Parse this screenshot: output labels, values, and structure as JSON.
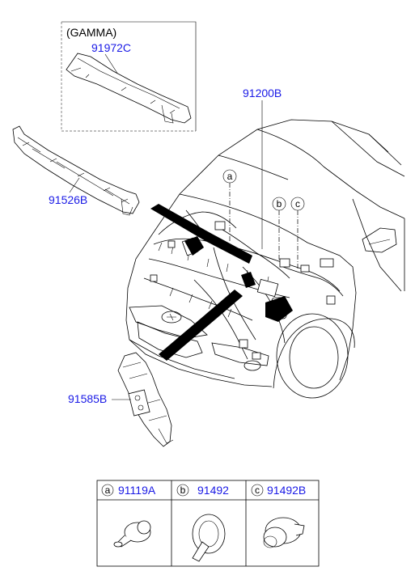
{
  "inset": {
    "label": "(GAMMA)"
  },
  "callouts": {
    "p91972C": "91972C",
    "p91200B": "91200B",
    "p91526B": "91526B",
    "p91585B": "91585B"
  },
  "markers": {
    "a": "a",
    "b": "b",
    "c": "c"
  },
  "legend": [
    {
      "letter": "a",
      "part": "91119A"
    },
    {
      "letter": "b",
      "part": "91492"
    },
    {
      "letter": "c",
      "part": "91492B"
    }
  ],
  "colors": {
    "callout": "#1a1ae6",
    "line": "#000000"
  }
}
